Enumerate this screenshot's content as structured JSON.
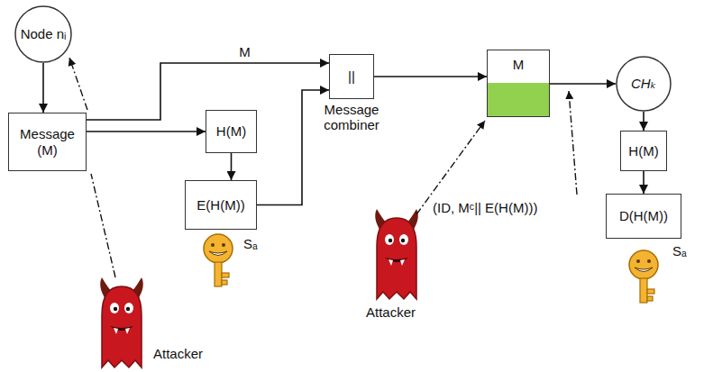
{
  "diagram": {
    "nodes": [
      {
        "text": [
          "Node nᵢ"
        ]
      },
      {
        "text": [
          "Message (M)"
        ]
      },
      {
        "text": [
          "H(M)"
        ]
      },
      {
        "text": [
          "E(H(M))"
        ]
      },
      {
        "text": [
          "||",
          "Message combiner"
        ]
      },
      {
        "text": [
          "M"
        ]
      },
      {
        "text": [
          "CHₖ"
        ]
      },
      {
        "text": [
          "H(M)"
        ]
      },
      {
        "text": [
          "D(H(M))"
        ]
      }
    ],
    "edges": [
      {
        "from": 0,
        "to": 1,
        "arrow": "to"
      },
      {
        "from": 1,
        "to": 4,
        "label": "M",
        "arrow": "to"
      },
      {
        "from": 1,
        "to": 2,
        "arrow": "to"
      },
      {
        "from": 2,
        "to": 3,
        "arrow": "to"
      },
      {
        "from": 3,
        "to": 4,
        "arrow": "to"
      },
      {
        "from": 4,
        "to": 5,
        "arrow": "to"
      },
      {
        "from": 5,
        "to": 6,
        "arrow": "to"
      },
      {
        "from": 6,
        "to": 7,
        "arrow": "to"
      },
      {
        "from": 7,
        "to": 8,
        "arrow": "to"
      }
    ],
    "labels": [
      "Attacker",
      "Sₐ",
      "Attacker",
      "(ID, Mᶜ|| E(H(M)))",
      "Sₐ"
    ]
  }
}
